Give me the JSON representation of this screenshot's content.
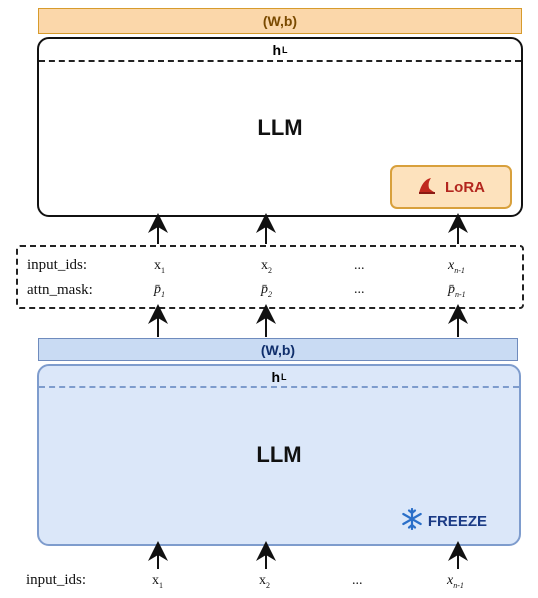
{
  "top_section": {
    "head_label": "(W,b)",
    "hidden_label": "h",
    "hidden_sup": "L",
    "model_label": "LLM",
    "badge": {
      "icon": "lora-hat-icon",
      "label": "LoRA",
      "color": "#b3261e"
    }
  },
  "middle_section": {
    "rows": [
      {
        "label": "input_ids:",
        "tokens": [
          {
            "base": "x",
            "sub": "1"
          },
          {
            "base": "x",
            "sub": "2"
          },
          {
            "base": "...",
            "sub": ""
          },
          {
            "base": "x",
            "sub": "n-1"
          }
        ]
      },
      {
        "label": "attn_mask:",
        "tokens": [
          {
            "base": "p̄",
            "sub": "1"
          },
          {
            "base": "p̄",
            "sub": "2"
          },
          {
            "base": "...",
            "sub": ""
          },
          {
            "base": "p̄",
            "sub": "n-1"
          }
        ]
      }
    ]
  },
  "bottom_section": {
    "head_label": "(W,b)",
    "hidden_label": "h",
    "hidden_sup": "L",
    "model_label": "LLM",
    "badge": {
      "icon": "snowflake-icon",
      "label": "FREEZE",
      "color": "#1b3b86"
    },
    "input_row": {
      "label": "input_ids:",
      "tokens": [
        {
          "base": "x",
          "sub": "1"
        },
        {
          "base": "x",
          "sub": "2"
        },
        {
          "base": "...",
          "sub": ""
        },
        {
          "base": "x",
          "sub": "n-1"
        }
      ]
    }
  },
  "colors": {
    "top_head_fill": "#fbd7aa",
    "bottom_head_fill": "#c9dbf3",
    "bottom_llm_fill": "#dbe7f9"
  }
}
